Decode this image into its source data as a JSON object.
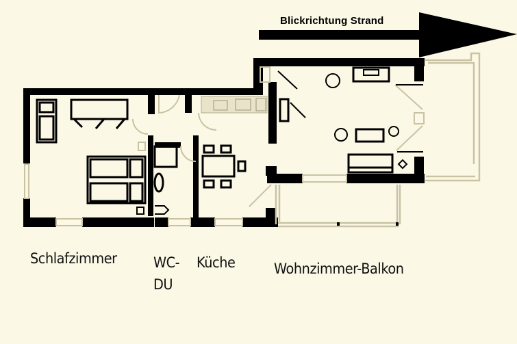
{
  "direction_arrow": {
    "label": "Blickrichtung Strand",
    "icon": "right-arrow-icon"
  },
  "rooms": {
    "schlafzimmer": "Schlafzimmer",
    "wc_line1": "WC-",
    "wc_line2": "DU",
    "kueche": "Küche",
    "wohnzimmer_balkon": "Wohnzimmer-Balkon"
  },
  "colors": {
    "background": "#fbf8e6",
    "wall": "#000000",
    "window": "#c9c3a4"
  }
}
